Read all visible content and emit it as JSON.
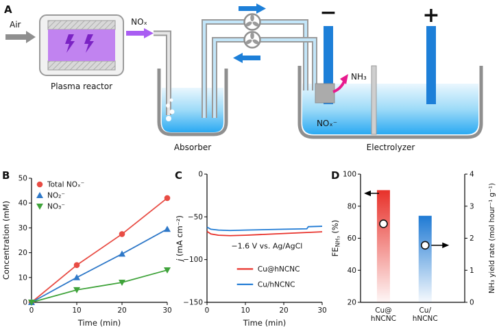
{
  "panel_a": {
    "label": "A",
    "air_label": "Air",
    "nox_label": "NOₓ",
    "plasma_reactor_label": "Plasma reactor",
    "absorber_label": "Absorber",
    "electrolyzer_label": "Electrolyzer",
    "cathode_sign": "−",
    "anode_sign": "+",
    "nh3_label": "NH₃",
    "nox_minus_label": "NOₓ⁻"
  },
  "colors": {
    "blue_accent": "#1d7fd8",
    "purple_accent": "#a95df2",
    "magenta_accent": "#e81a8e",
    "liquid_blue": "#2aa9f2",
    "pipe_gray": "#9a9a9a"
  },
  "chart_data": [
    {
      "panel_label": "B",
      "type": "line",
      "xlabel": "Time (min)",
      "ylabel": "Concentration (mM)",
      "xlim": [
        0,
        30
      ],
      "ylim": [
        0,
        50
      ],
      "xticks": [
        0,
        10,
        20,
        30
      ],
      "yticks": [
        0,
        10,
        20,
        30,
        40,
        50
      ],
      "x": [
        0,
        10,
        20,
        30
      ],
      "series": [
        {
          "name": "Total NOₓ⁻",
          "marker": "circle",
          "color": "#e84c44",
          "values": [
            0,
            15,
            27.5,
            42
          ]
        },
        {
          "name": "NO₂⁻",
          "marker": "triangle-up",
          "color": "#2e78c8",
          "values": [
            0,
            10,
            19.5,
            29.5
          ]
        },
        {
          "name": "NO₃⁻",
          "marker": "triangle-down",
          "color": "#3fa33a",
          "values": [
            0,
            5,
            8,
            13
          ]
        }
      ],
      "legend_position": "top-left",
      "grid": false
    },
    {
      "panel_label": "C",
      "type": "line",
      "xlabel": "Time (min)",
      "ylabel_italic": "j",
      "ylabel_rest": " (mA cm⁻²)",
      "xlim": [
        0,
        30
      ],
      "ylim": [
        -150,
        0
      ],
      "xticks": [
        0,
        10,
        20,
        30
      ],
      "yticks": [
        0,
        -50,
        -100,
        -150
      ],
      "annotation": "−1.6 V vs. Ag/AgCl",
      "series": [
        {
          "name": "Cu@hNCNC",
          "color": "#e8312a",
          "x": [
            0,
            1,
            3,
            6,
            10,
            15,
            20,
            25,
            30
          ],
          "values": [
            -67,
            -70,
            -71.5,
            -72,
            -71.5,
            -70.5,
            -69.5,
            -68.5,
            -67.5
          ]
        },
        {
          "name": "Cu/hNCNC",
          "color": "#1f7ad4",
          "x": [
            0,
            1,
            3,
            6,
            10,
            15,
            20,
            26,
            26.4,
            30
          ],
          "values": [
            -62,
            -64.5,
            -65.5,
            -66,
            -65.5,
            -65,
            -64.5,
            -64,
            -61.5,
            -61
          ]
        }
      ],
      "legend_position": "center-below-annotation",
      "grid": false
    },
    {
      "panel_label": "D",
      "type": "bar",
      "categories": [
        [
          "Cu@",
          "hNCNC"
        ],
        [
          "Cu/",
          "hNCNC"
        ]
      ],
      "left_axis": {
        "label_main": "FE",
        "label_sub": "NH₃",
        "label_unit": " (%)",
        "lim": [
          20,
          100
        ],
        "ticks": [
          20,
          40,
          60,
          80,
          100
        ]
      },
      "right_axis": {
        "label": "NH₃ yield rate (mol hour⁻¹ g⁻¹)",
        "lim": [
          0,
          4
        ],
        "ticks": [
          0,
          1,
          2,
          3,
          4
        ]
      },
      "bars": [
        {
          "category": "Cu@hNCNC",
          "fe_percent": 90,
          "color": "#e8312a"
        },
        {
          "category": "Cu/hNCNC",
          "fe_percent": 74,
          "color": "#1f7ad4"
        }
      ],
      "yield_markers": [
        2.45,
        1.78
      ],
      "arrow_left_at_fe": 88,
      "arrow_right_at_marker_index": 1,
      "grid": false
    }
  ]
}
